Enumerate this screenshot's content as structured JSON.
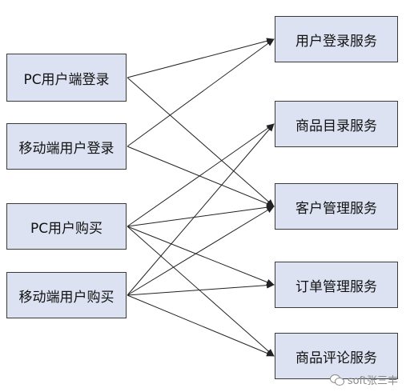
{
  "diagram": {
    "clients": [
      {
        "id": "pc-login",
        "label": "PC用户端登录"
      },
      {
        "id": "mobile-login",
        "label": "移动端用户登录"
      },
      {
        "id": "pc-purchase",
        "label": "PC用户购买"
      },
      {
        "id": "mobile-purchase",
        "label": "移动端用户购买"
      }
    ],
    "services": [
      {
        "id": "user-login-service",
        "label": "用户登录服务"
      },
      {
        "id": "product-catalog-service",
        "label": "商品目录服务"
      },
      {
        "id": "customer-management-service",
        "label": "客户管理服务"
      },
      {
        "id": "order-management-service",
        "label": "订单管理服务"
      },
      {
        "id": "product-review-service",
        "label": "商品评论服务"
      }
    ],
    "connections": [
      [
        "pc-login",
        "user-login-service"
      ],
      [
        "pc-login",
        "customer-management-service"
      ],
      [
        "mobile-login",
        "user-login-service"
      ],
      [
        "mobile-login",
        "customer-management-service"
      ],
      [
        "pc-purchase",
        "product-catalog-service"
      ],
      [
        "pc-purchase",
        "customer-management-service"
      ],
      [
        "pc-purchase",
        "order-management-service"
      ],
      [
        "pc-purchase",
        "product-review-service"
      ],
      [
        "mobile-purchase",
        "product-catalog-service"
      ],
      [
        "mobile-purchase",
        "customer-management-service"
      ],
      [
        "mobile-purchase",
        "order-management-service"
      ],
      [
        "mobile-purchase",
        "product-review-service"
      ]
    ],
    "colors": {
      "box_fill": "#dce2f2",
      "box_border": "#3a3a3a",
      "line": "#222222"
    }
  },
  "watermark": {
    "text": "soft张三丰",
    "icon": "wechat-icon"
  }
}
